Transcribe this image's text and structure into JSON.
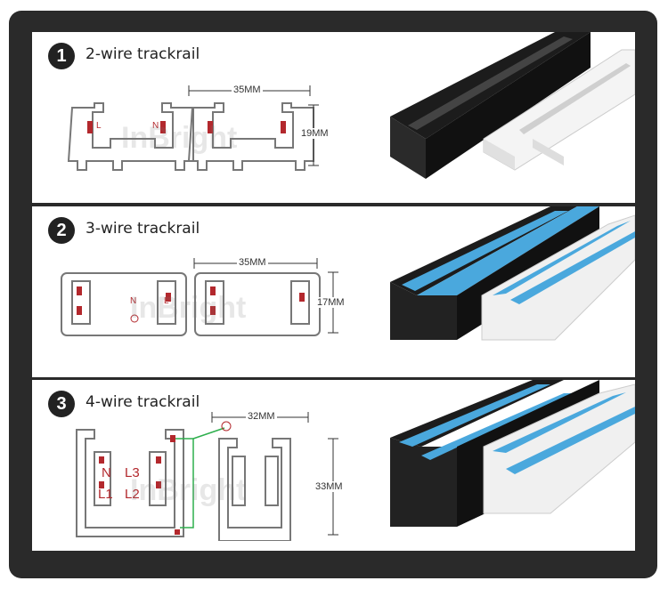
{
  "watermark": "InBright",
  "colors": {
    "frame": "#2a2a2a",
    "blue": "#4aa8dd",
    "red": "#b3282d",
    "green": "#2eaf4d"
  },
  "sections": [
    {
      "number": "1",
      "title": "2-wire trackrail",
      "width": "35MM",
      "height": "19MM",
      "labels": [
        "L",
        "N"
      ]
    },
    {
      "number": "2",
      "title": "3-wire trackrail",
      "width": "35MM",
      "height": "17MM",
      "labels": [
        "N",
        "L"
      ]
    },
    {
      "number": "3",
      "title": "4-wire trackrail",
      "width": "32MM",
      "height": "33MM",
      "labels": [
        "N",
        "L3",
        "L1",
        "L2"
      ]
    }
  ]
}
